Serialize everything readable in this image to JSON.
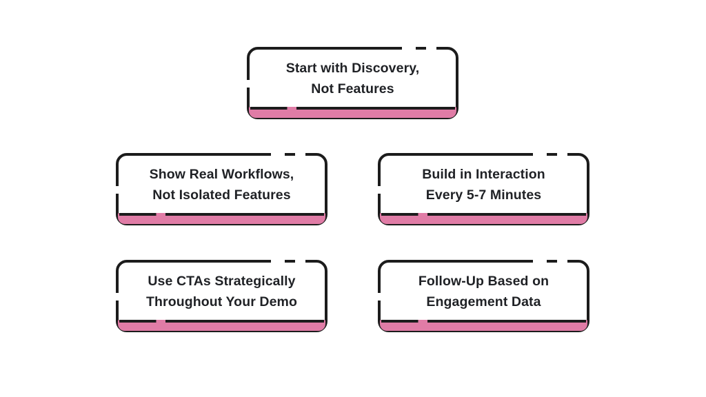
{
  "style": {
    "background": "#ffffff",
    "border_color": "#1c1c1c",
    "accent_pink": "#e07ca6",
    "text_color": "#1f2125"
  },
  "cards": [
    {
      "line1": "Start with Discovery,",
      "line2": "Not Features"
    },
    {
      "line1": "Show Real Workflows,",
      "line2": "Not Isolated Features"
    },
    {
      "line1": "Build in Interaction",
      "line2": "Every 5-7 Minutes"
    },
    {
      "line1": "Use CTAs Strategically",
      "line2": "Throughout Your Demo"
    },
    {
      "line1": "Follow-Up Based on",
      "line2": "Engagement Data"
    }
  ]
}
